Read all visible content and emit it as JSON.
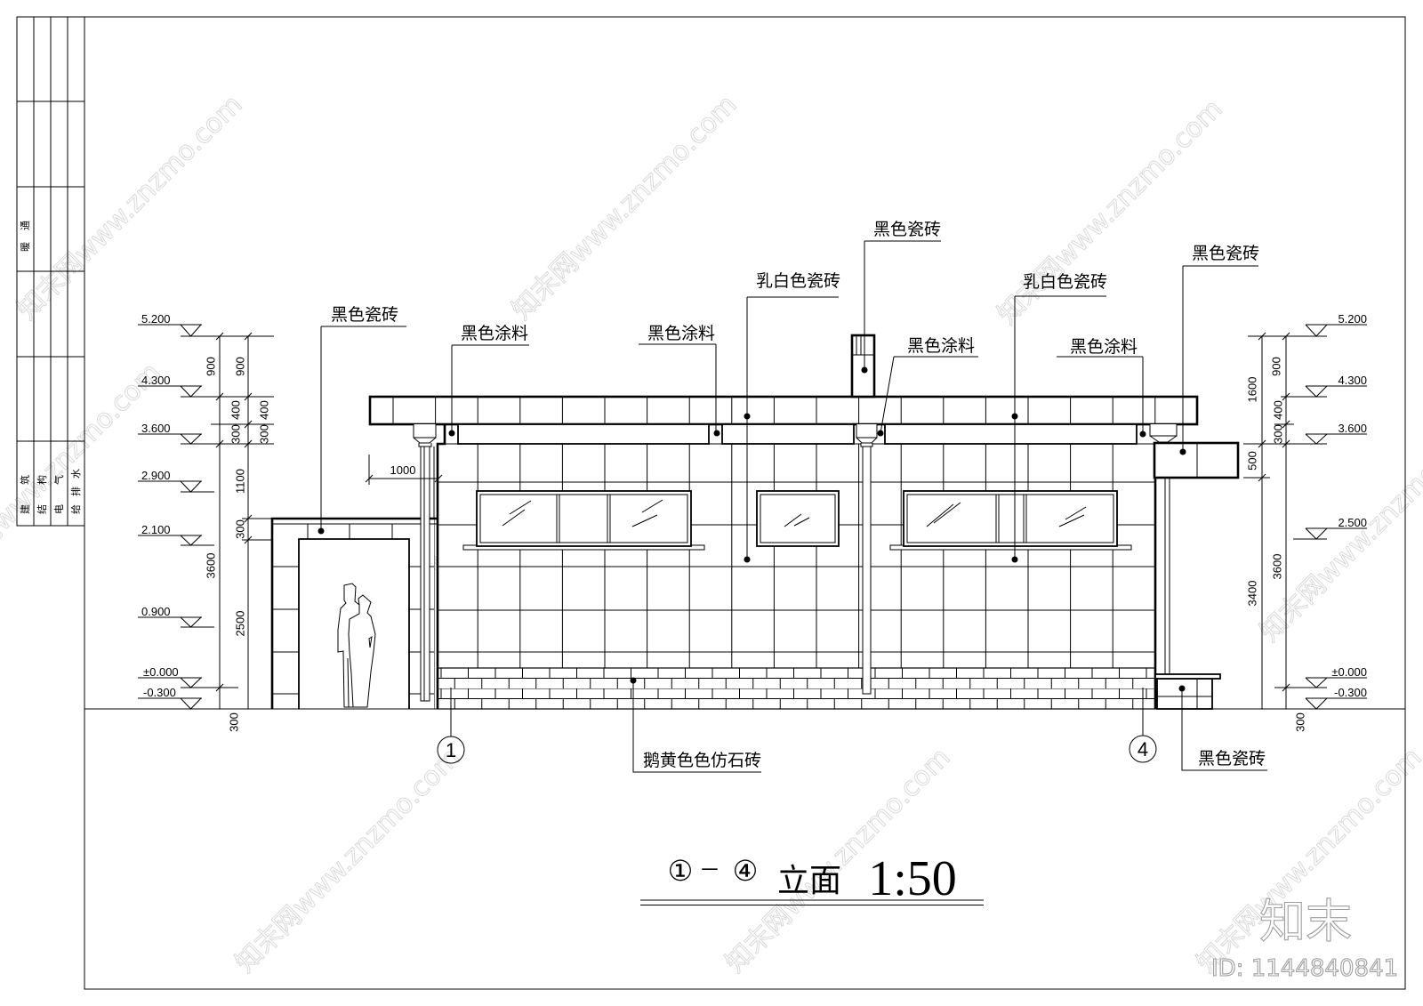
{
  "title_block": {
    "hvac": "暖通",
    "disciplines": [
      "建筑",
      "结构",
      "电气",
      "给排水"
    ]
  },
  "levels": {
    "left": [
      "5.200",
      "4.300",
      "3.600",
      "2.900",
      "2.100",
      "0.900",
      "±0.000",
      "-0.300"
    ],
    "right": [
      "5.200",
      "4.300",
      "3.600",
      "2.500",
      "±0.000",
      "-0.300"
    ]
  },
  "dimensions": {
    "left_inner": [
      "900",
      "3600",
      "300"
    ],
    "left_outer": [
      "900",
      "400",
      "300",
      "1100",
      "300",
      "2500"
    ],
    "left_extra": [
      "400",
      "300"
    ],
    "right_outer": [
      "1600",
      "500",
      "3400"
    ],
    "right_inner": [
      "900",
      "400",
      "300",
      "3600"
    ],
    "right_below": "300",
    "canopy_width": "1000"
  },
  "callouts": [
    {
      "label": "黑色瓷砖"
    },
    {
      "label": "黑色涂料"
    },
    {
      "label": "黑色涂料"
    },
    {
      "label": "乳白色瓷砖"
    },
    {
      "label": "黑色瓷砖"
    },
    {
      "label": "黑色涂料"
    },
    {
      "label": "乳白色瓷砖"
    },
    {
      "label": "黑色涂料"
    },
    {
      "label": "黑色瓷砖"
    },
    {
      "label": "鹅黄色色仿石砖"
    },
    {
      "label": "黑色瓷砖"
    }
  ],
  "axes": {
    "start": "1",
    "end": "4"
  },
  "drawing_title": {
    "from": "①",
    "dash": "－",
    "to": "④",
    "name": "立面",
    "scale": "1:50"
  },
  "watermark": {
    "text": "知末网www.znzmo.com",
    "logo": "知末",
    "id": "ID: 1144840841"
  },
  "colors": {
    "line": "#000000",
    "background": "#ffffff",
    "watermark": "#d6d6d6"
  }
}
